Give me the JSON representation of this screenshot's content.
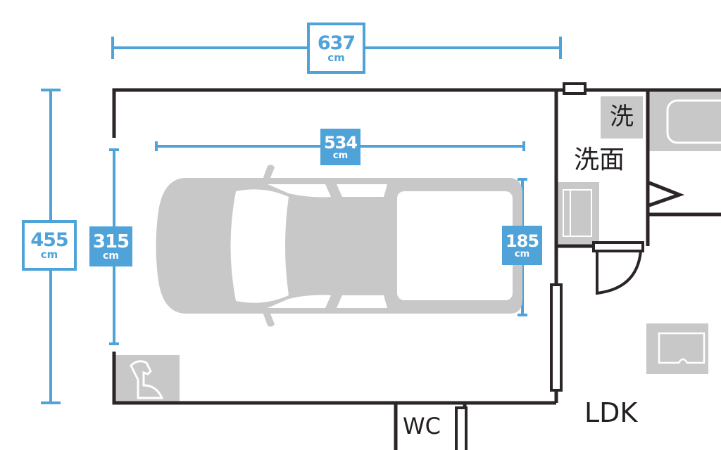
{
  "colors": {
    "dimension": "#4fa3d9",
    "wall": "#2b2526",
    "fixture": "#c8c8c8"
  },
  "dimensions": {
    "outer_width": {
      "value": "637",
      "unit": "cm"
    },
    "outer_depth": {
      "value": "455",
      "unit": "cm"
    },
    "inner_width": {
      "value": "534",
      "unit": "cm"
    },
    "inner_depth": {
      "value": "315",
      "unit": "cm"
    },
    "car_width": {
      "value": "185",
      "unit": "cm"
    }
  },
  "rooms": {
    "washer": "洗",
    "washroom": "洗面",
    "ldk": "LDK",
    "wc": "WC"
  },
  "icons": {
    "car": "car-icon",
    "dog": "dog-icon"
  }
}
